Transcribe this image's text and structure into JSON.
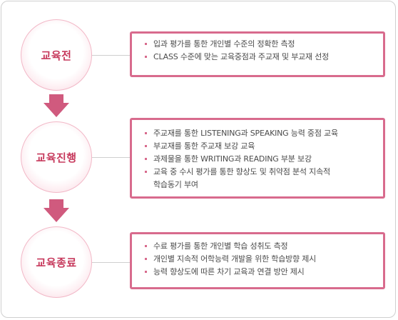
{
  "stages": [
    {
      "label": "교육전",
      "items": [
        [
          "입과 평가를 통한 개인별 수준의 정확한 측정"
        ],
        [
          "CLASS 수준에 맞는 교육중점과 주교재 및 부교재 선정"
        ]
      ]
    },
    {
      "label": "교육진행",
      "items": [
        [
          "주교재를 통한 LISTENING과 SPEAKING 능력 중점 교육"
        ],
        [
          "부교재를 통한 주교재 보강 교육"
        ],
        [
          "과제물을 통한 WRITING과 READING 부분 보강"
        ],
        [
          "교육 중 수시 평가를 통한 향상도 및 취약점 분석 지속적",
          "학습동기 부여"
        ]
      ]
    },
    {
      "label": "교육종료",
      "items": [
        [
          "수료 평가를 통한 개인별 학습 성취도 측정"
        ],
        [
          "개인별 지속적 어학능력 개발을 위한 학습방향 제시"
        ],
        [
          "능력 향상도에 따른 차기 교육과 연결 방안 제시"
        ]
      ]
    }
  ],
  "colors": {
    "accent": "#d86b8d",
    "label": "#c73a5d",
    "arrow": "#d05a7e",
    "text": "#4a4a4a"
  }
}
